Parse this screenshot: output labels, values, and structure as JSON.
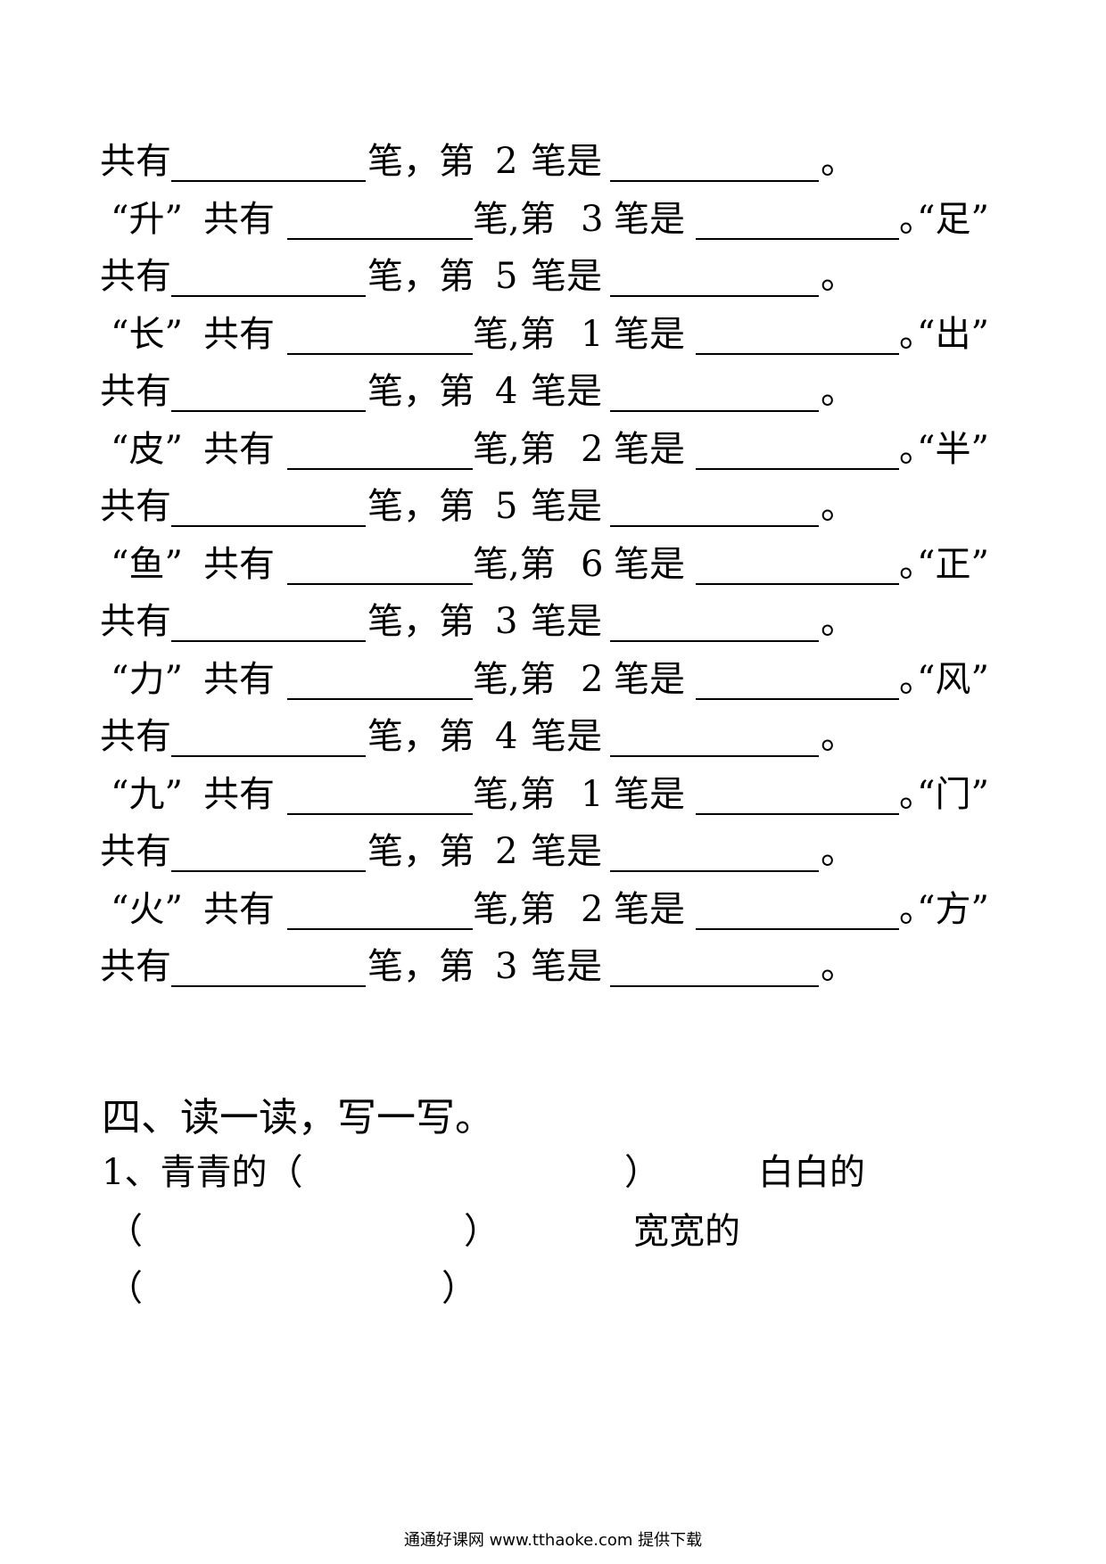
{
  "stroke_exercise": {
    "lead_a": "共有",
    "mid_a": "笔，第",
    "stroke_word": "笔是",
    "end_a": "。",
    "lead_b_suffix": "共有",
    "mid_b": "笔,第",
    "end_b": "。",
    "rows": [
      {
        "kind": "a",
        "n": "2"
      },
      {
        "kind": "b",
        "ch": "“升”",
        "n": "3",
        "next": "“足”"
      },
      {
        "kind": "a",
        "n": "5"
      },
      {
        "kind": "b",
        "ch": "“长”",
        "n": "1",
        "next": "“出”"
      },
      {
        "kind": "a",
        "n": "4"
      },
      {
        "kind": "b",
        "ch": "“皮”",
        "n": "2",
        "next": "“半”"
      },
      {
        "kind": "a",
        "n": "5"
      },
      {
        "kind": "b",
        "ch": "“鱼”",
        "n": "6",
        "next": "“正”"
      },
      {
        "kind": "a",
        "n": "3"
      },
      {
        "kind": "b",
        "ch": "“力”",
        "n": "2",
        "next": "“风”"
      },
      {
        "kind": "a",
        "n": "4"
      },
      {
        "kind": "b",
        "ch": "“九”",
        "n": "1",
        "next": "“门”"
      },
      {
        "kind": "a",
        "n": "2"
      },
      {
        "kind": "b",
        "ch": "“火”",
        "n": "2",
        "next": "“方”"
      },
      {
        "kind": "a",
        "n": "3"
      }
    ]
  },
  "section4": {
    "title": "四、读一读，写一写。",
    "line1_prefix": "1、青青的（",
    "line1_close": "）",
    "line1_word": "白白的",
    "line2_open": "（",
    "line2_close": "）",
    "line2_word": "宽宽的",
    "line3_open": "（",
    "line3_close": "）"
  },
  "footer": {
    "text": "通通好课网  www.tthaoke.com  提供下载"
  }
}
